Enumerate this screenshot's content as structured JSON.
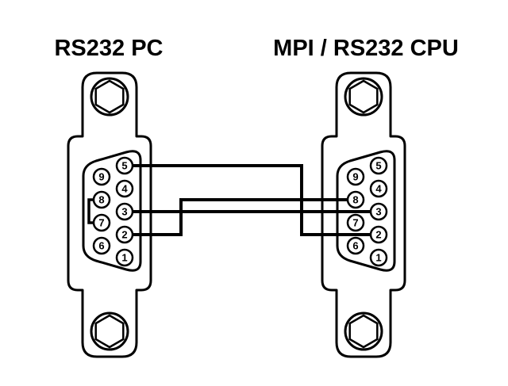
{
  "titles": {
    "left": "RS232 PC",
    "right": "MPI / RS232 CPU"
  },
  "connectors": [
    {
      "label": "RS232 PC",
      "type": "DB9",
      "right_column_pins": [
        "5",
        "4",
        "3",
        "2",
        "1"
      ],
      "left_column_pins": [
        "9",
        "8",
        "7",
        "6"
      ]
    },
    {
      "label": "MPI / RS232 CPU",
      "type": "DB9",
      "right_column_pins": [
        "5",
        "4",
        "3",
        "2",
        "1"
      ],
      "left_column_pins": [
        "9",
        "8",
        "7",
        "6"
      ]
    }
  ],
  "connections": [
    {
      "from_connector": "RS232 PC",
      "from_pin": "5",
      "to_connector": "MPI / RS232 CPU",
      "to_pin": "2"
    },
    {
      "from_connector": "RS232 PC",
      "from_pin": "3",
      "to_connector": "MPI / RS232 CPU",
      "to_pin": "3"
    },
    {
      "from_connector": "RS232 PC",
      "from_pin": "2",
      "to_connector": "MPI / RS232 CPU",
      "to_pin": "8"
    }
  ],
  "jumpers": [
    {
      "connector": "RS232 PC",
      "between_pins": [
        "8",
        "7"
      ]
    }
  ],
  "colors": {
    "line": "#000000",
    "background": "#ffffff"
  }
}
